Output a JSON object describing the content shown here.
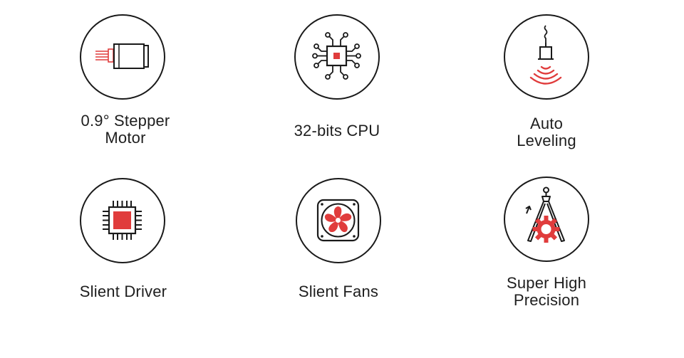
{
  "colors": {
    "accent": "#e03c3c",
    "stroke": "#1a1a1a",
    "text": "#1e1e1e"
  },
  "features": [
    {
      "label_lines": [
        "0.9° Stepper",
        "Motor"
      ],
      "icon": "stepper-motor-icon"
    },
    {
      "label_lines": [
        "32-bits CPU"
      ],
      "icon": "cpu-icon"
    },
    {
      "label_lines": [
        "Auto",
        "Leveling"
      ],
      "icon": "auto-leveling-icon"
    },
    {
      "label_lines": [
        "Slient Driver"
      ],
      "icon": "driver-chip-icon"
    },
    {
      "label_lines": [
        "Slient Fans"
      ],
      "icon": "fan-icon"
    },
    {
      "label_lines": [
        "Super High",
        "Precision"
      ],
      "icon": "precision-caliper-gear-icon"
    }
  ]
}
